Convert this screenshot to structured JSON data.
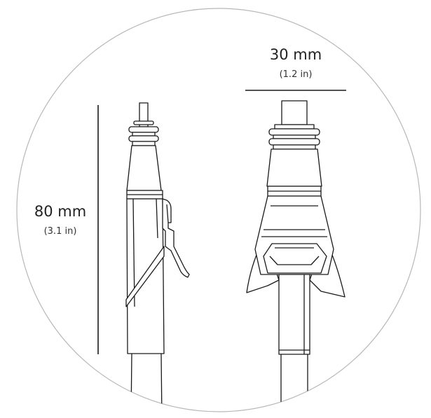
{
  "dimensions": {
    "width": {
      "main": "30 mm",
      "sub": "(1.2 in)"
    },
    "height": {
      "main": "80 mm",
      "sub": "(3.1 in)"
    }
  },
  "colors": {
    "outline": "#1a1a1a",
    "circle": "#b8b8b8",
    "background": "#ffffff"
  }
}
